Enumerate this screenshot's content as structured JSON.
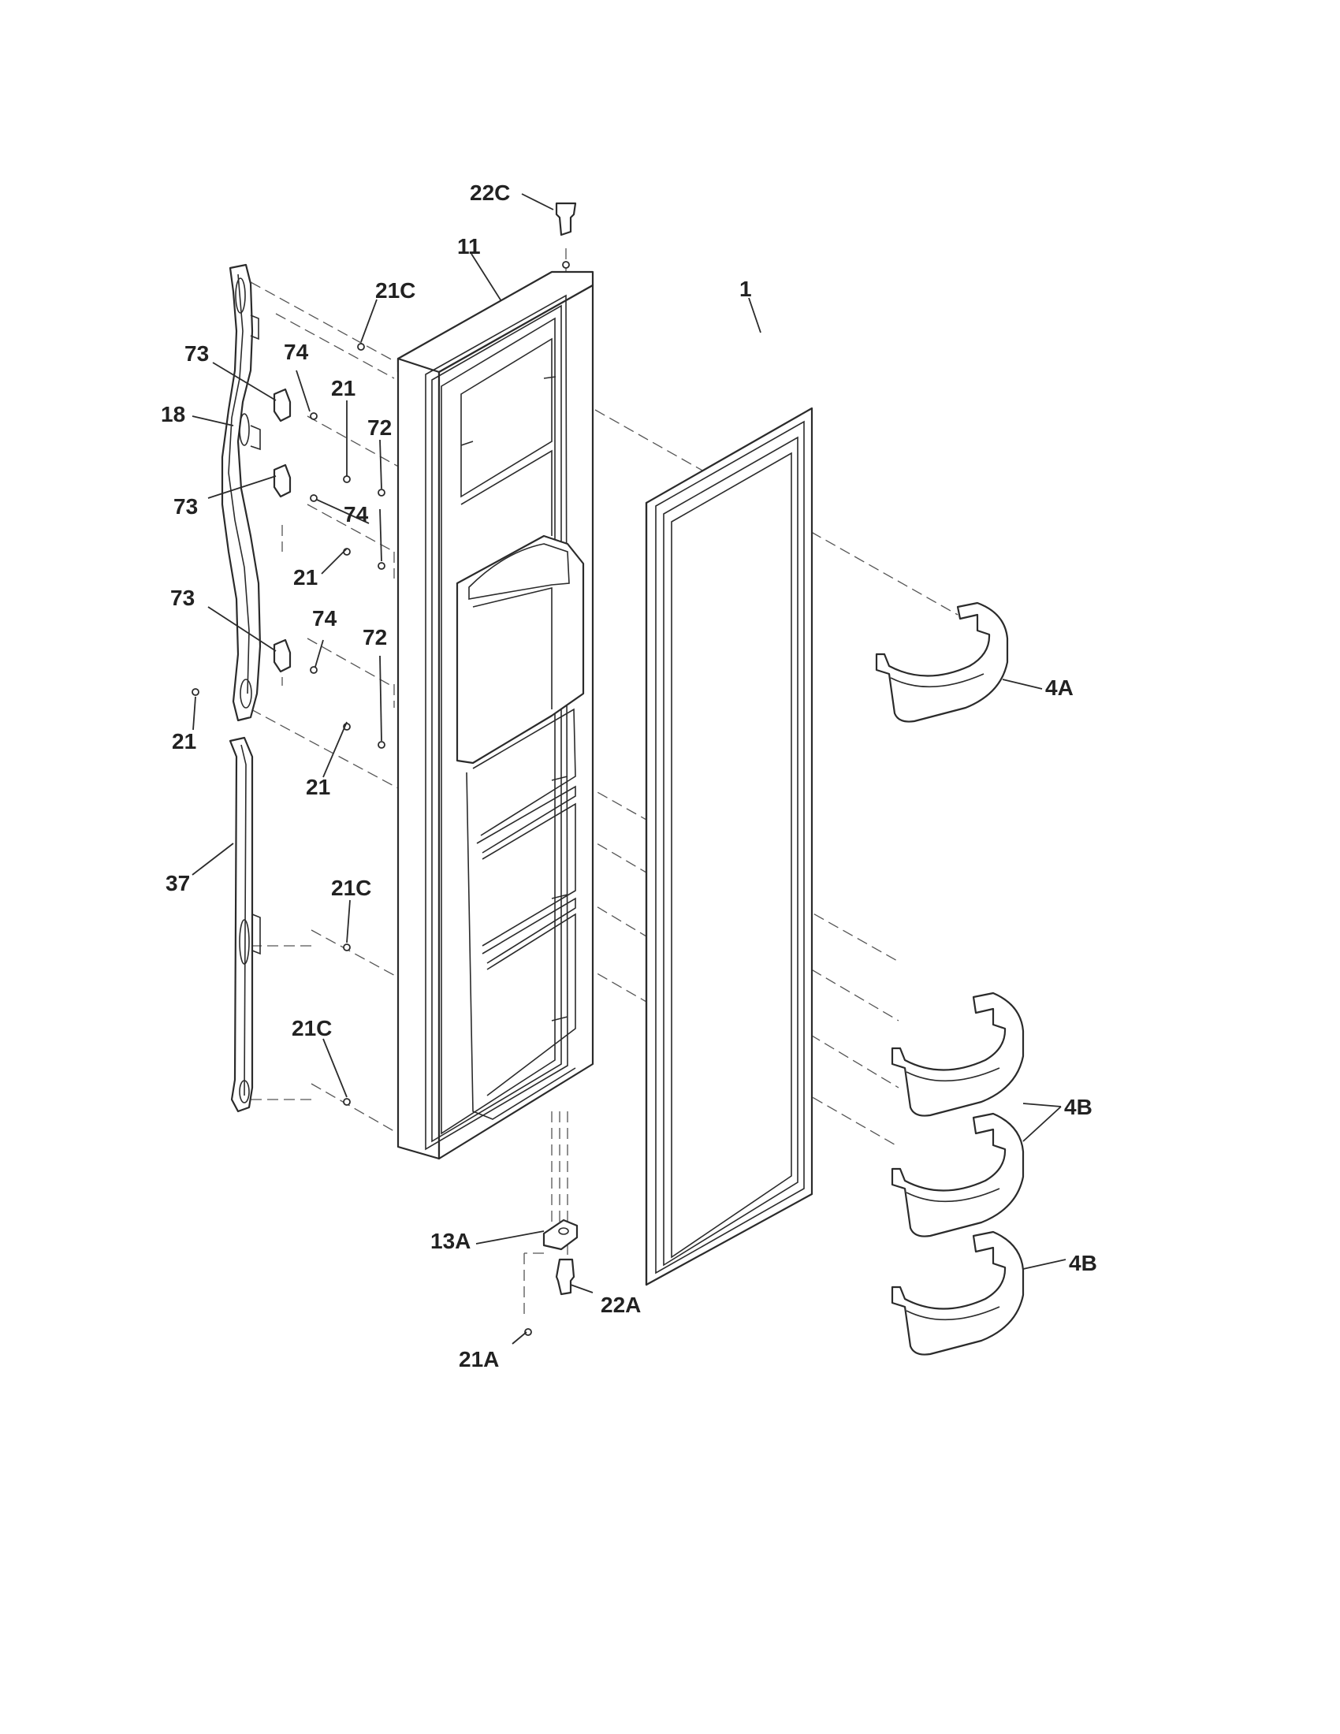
{
  "diagram": {
    "labels": {
      "l22c": "22C",
      "l11": "11",
      "l21c_top": "21C",
      "l1": "1",
      "l73_a": "73",
      "l74_a": "74",
      "l18": "18",
      "l21_a": "21",
      "l72_a": "72",
      "l73_b": "73",
      "l74_b": "74",
      "l21_b": "21",
      "l73_c": "73",
      "l74_c": "74",
      "l72_b": "72",
      "l4a": "4A",
      "l21_c": "21",
      "l21_d": "21",
      "l37": "37",
      "l21c_mid": "21C",
      "l21c_low": "21C",
      "l4b_a": "4B",
      "l13a": "13A",
      "l22a": "22A",
      "l4b_b": "4B",
      "l21a": "21A"
    }
  }
}
